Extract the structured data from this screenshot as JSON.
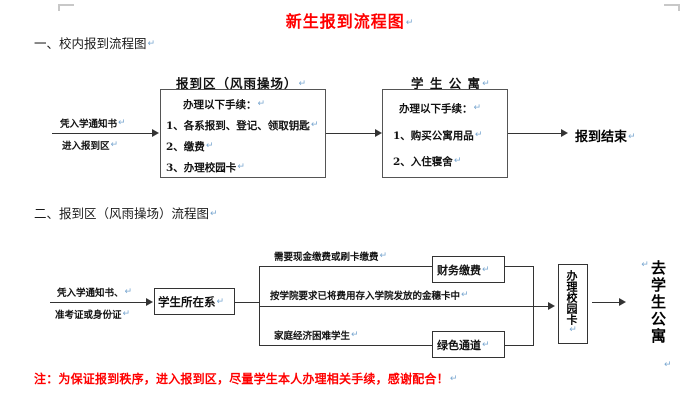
{
  "document": {
    "title": "新生报到流程图",
    "title_color": "#ff0000",
    "pilcrow": "↵"
  },
  "section1": {
    "heading": "一、校内报到流程图",
    "entry_label_line1": "凭入学通知书",
    "entry_label_line2": "进入报到区",
    "box1": {
      "title": "报到区（风雨操场）",
      "lines": [
        "办理以下手续：",
        "1、各系报到、登记、领取钥匙",
        "2、缴费",
        "3、办理校园卡"
      ]
    },
    "box2": {
      "title": "学 生 公 寓",
      "lines": [
        "办理以下手续：",
        "1、购买公寓用品",
        "2、入住寝舍"
      ]
    },
    "end_label": "报到结束"
  },
  "section2": {
    "heading": "二、报到区（风雨操场）流程图",
    "entry_label_line1": "凭入学通知书、",
    "entry_label_line2": "准考证或身份证",
    "dept_box": "学生所在系",
    "branches": [
      {
        "label": "需要现金缴费或刷卡缴费",
        "target": "财务缴费"
      },
      {
        "label": "按学院要求已将费用存入学院发放的金穗卡中",
        "target": ""
      },
      {
        "label": "家庭经济困难学生",
        "target": "绿色通道"
      }
    ],
    "card_box": "办理校园卡",
    "final_label": "去学生公寓"
  },
  "footer": {
    "note": "注：为保证报到秩序，进入报到区，尽量学生本人办理相关手续，感谢配合！",
    "note_color": "#ff0000"
  }
}
